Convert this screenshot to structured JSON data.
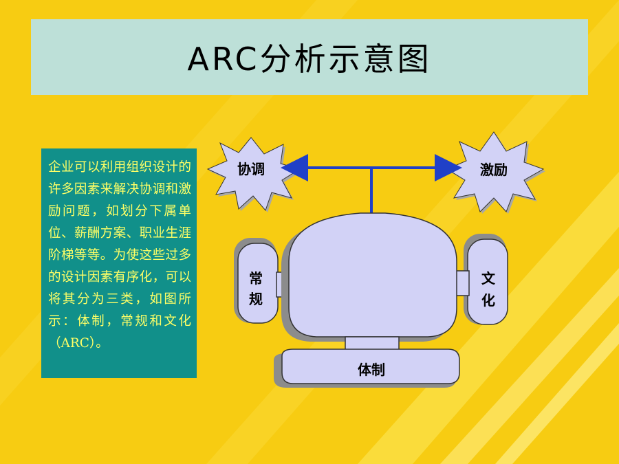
{
  "slide": {
    "title": "ARC分析示意图",
    "description": "企业可以利用组织设计的许多因素来解决协调和激励问题，如划分下属单位、薪酬方案、职业生涯阶梯等等。为使这些过多的设计因素有序化，可以将其分为三类，如图所示：体制，常规和文化（ARC）。"
  },
  "diagram": {
    "burst_left": "协调",
    "burst_right": "激励",
    "left_ear": [
      "常",
      "规"
    ],
    "right_ear": [
      "文",
      "化"
    ],
    "base": "体制"
  },
  "colors": {
    "background": "#f7cc12",
    "title_box": "#bde0d8",
    "text_box": "#11908a",
    "text": "#ffff66",
    "shape_fill": "#d2d2f6",
    "arrow": "#2040c8"
  }
}
